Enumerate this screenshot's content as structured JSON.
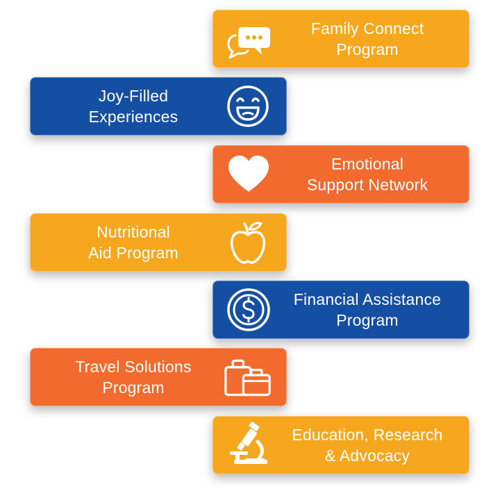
{
  "items": [
    {
      "icon": "chat-bubbles-icon",
      "color": "#F6A71E",
      "lines": [
        "Family Connect",
        "Program"
      ]
    },
    {
      "icon": "smiley-face-icon",
      "color": "#154FA3",
      "lines": [
        "Joy-Filled",
        "Experiences"
      ]
    },
    {
      "icon": "heart-icon",
      "color": "#F26A2E",
      "lines": [
        "Emotional",
        "Support Network"
      ]
    },
    {
      "icon": "apple-icon",
      "color": "#F6A71E",
      "lines": [
        "Nutritional",
        "Aid Program"
      ]
    },
    {
      "icon": "dollar-coin-icon",
      "color": "#154FA3",
      "lines": [
        "Financial Assistance",
        "Program"
      ]
    },
    {
      "icon": "luggage-icon",
      "color": "#F26A2E",
      "lines": [
        "Travel Solutions",
        "Program"
      ]
    },
    {
      "icon": "microscope-icon",
      "color": "#F6A71E",
      "lines": [
        "Education, Research",
        "& Advocacy"
      ]
    }
  ]
}
